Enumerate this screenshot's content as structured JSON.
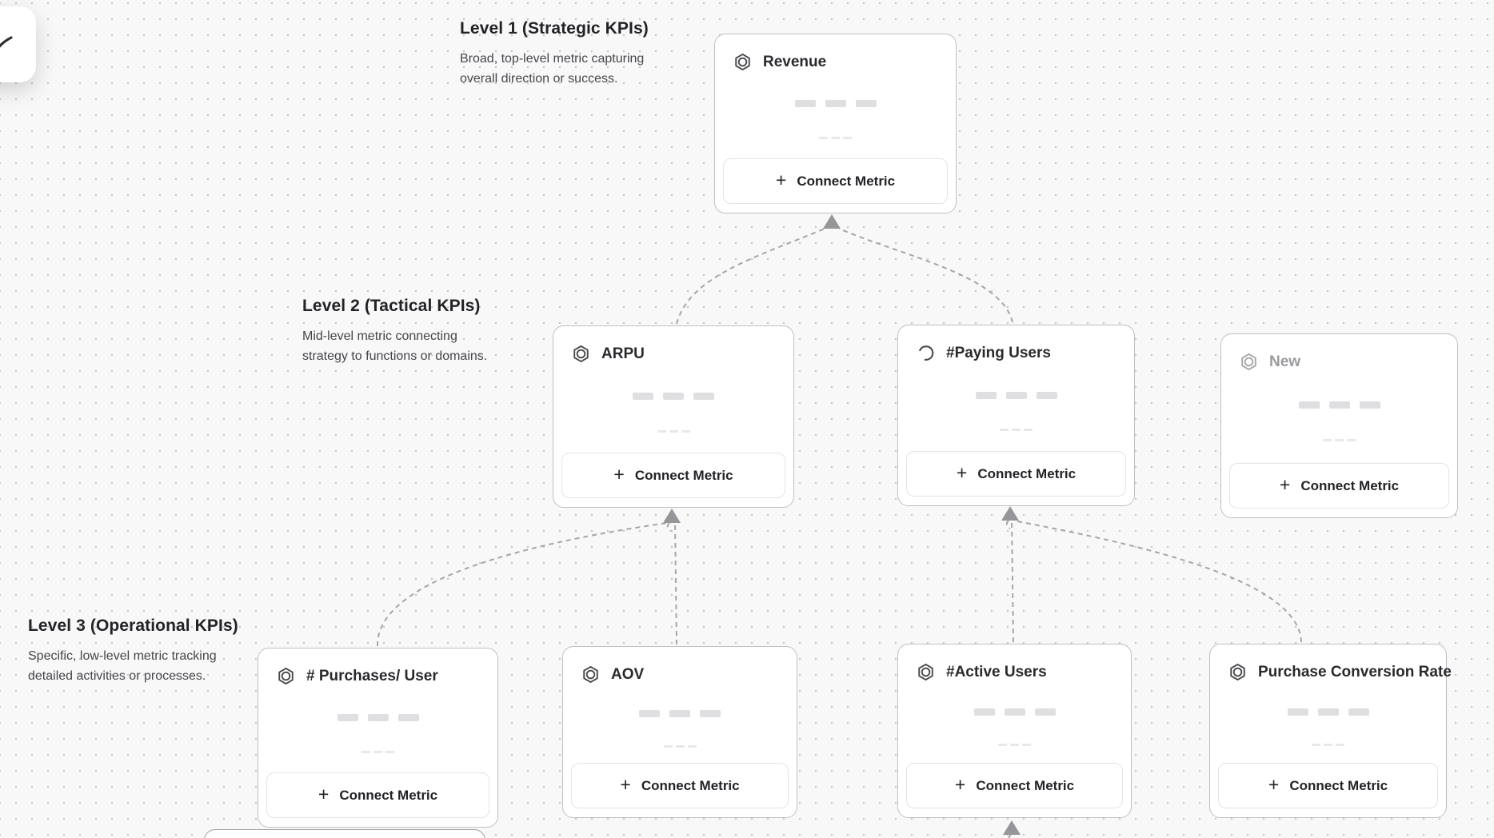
{
  "levels": [
    {
      "title": "Level 1 (Strategic KPIs)",
      "description": [
        "Broad, top-level metric capturing",
        "overall direction or success."
      ]
    },
    {
      "title": "Level 2 (Tactical KPIs)",
      "description": [
        "Mid-level metric connecting",
        "strategy to functions or domains."
      ]
    },
    {
      "title": "Level 3 (Operational KPIs)",
      "description": [
        "Specific, low-level metric tracking",
        "detailed activities or processes."
      ]
    }
  ],
  "connect_button_label": "Connect Metric",
  "connect_button_plus": "+",
  "cards": {
    "revenue": {
      "title": "Revenue",
      "icon": "hexagon-badge-icon",
      "level": 1
    },
    "arpu": {
      "title": "ARPU",
      "icon": "hexagon-badge-icon",
      "level": 2
    },
    "paying_users": {
      "title": "#Paying Users",
      "icon": "spinner-icon",
      "level": 2,
      "loading": true
    },
    "new": {
      "title": "New",
      "icon": "hexagon-badge-icon",
      "level": 2,
      "placeholder": true
    },
    "purchases_user": {
      "title": "# Purchases/ User",
      "icon": "hexagon-badge-icon",
      "level": 3
    },
    "aov": {
      "title": "AOV",
      "icon": "hexagon-badge-icon",
      "level": 3
    },
    "active_users": {
      "title": "#Active Users",
      "icon": "hexagon-badge-icon",
      "level": 3
    },
    "purchase_conversion_rate": {
      "title": "Purchase Conversion Rate",
      "icon": "hexagon-badge-icon",
      "level": 3
    }
  },
  "colors": {
    "canvas_bg": "#f8f8f8",
    "dot": "#c9c9cb",
    "card_border": "#bfc0c4",
    "connector": "#a6a6a9",
    "arrowhead": "#96969a",
    "title_text": "#2a2a2e",
    "muted_text": "#9b9b9f",
    "description_text": "#46464c"
  }
}
